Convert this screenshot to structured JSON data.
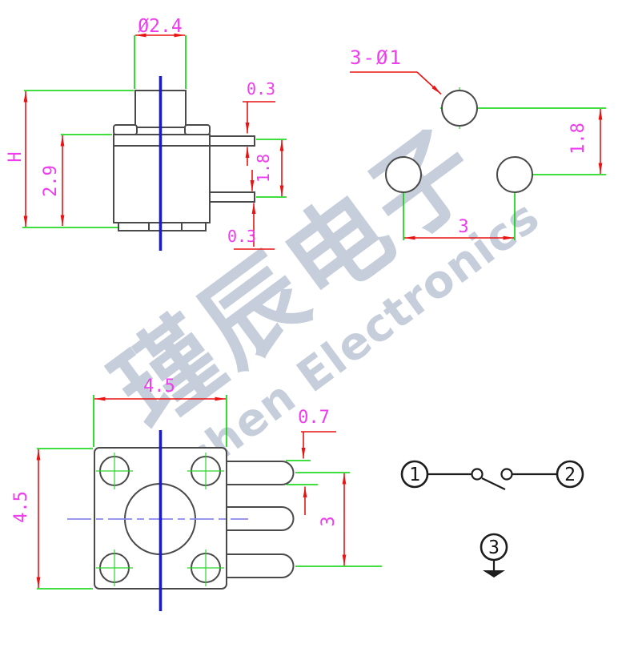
{
  "drawing": {
    "watermark": {
      "chinese": "瑾辰电子",
      "english": "Jinchen Electronics"
    },
    "side_view": {
      "cap_diameter": "Ø2.4",
      "overall_height": "H",
      "body_height": "2.9",
      "top_pin_thickness": "0.3",
      "bottom_pin_thickness": "0.3",
      "pin_pitch": "1.8"
    },
    "hole_view": {
      "hole_callout": "3-Ø1",
      "row_pitch": "1.8",
      "column_pitch": "3"
    },
    "top_view": {
      "body_width": "4.5",
      "body_height": "4.5",
      "pin_width": "0.7",
      "pin_pitch": "3"
    },
    "schematic": {
      "terminal_1": "1",
      "terminal_2": "2",
      "terminal_3": "3"
    },
    "colors": {
      "dimension_line": "#e81414",
      "extension_line": "#00d400",
      "dimension_text": "#ee3cee",
      "centerline_blue": "#1717dd",
      "center_mark_blue": "#8a8aec",
      "outline_gray": "#4a4a4a",
      "schematic_black": "#1d1d1d",
      "watermark_gray": "#c5ceda",
      "background": "#ffffff"
    }
  }
}
